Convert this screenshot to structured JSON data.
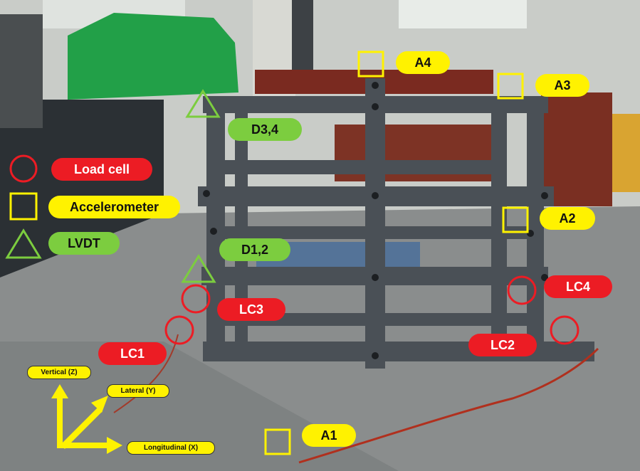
{
  "legend": {
    "load_cell": "Load cell",
    "accelerometer": "Accelerometer",
    "lvdt": "LVDT"
  },
  "sensors": {
    "a1": "A1",
    "a2": "A2",
    "a3": "A3",
    "a4": "A4",
    "lc1": "LC1",
    "lc2": "LC2",
    "lc3": "LC3",
    "lc4": "LC4",
    "d12": "D1,2",
    "d34": "D3,4"
  },
  "axes": {
    "vertical": "Vertical (Z)",
    "lateral": "Lateral (Y)",
    "longitudinal": "Longitudinal (X)"
  },
  "colors": {
    "load_cell": "#ec1c24",
    "accelerometer": "#fff200",
    "lvdt": "#7ccd3f",
    "frame": "#4a5056"
  }
}
